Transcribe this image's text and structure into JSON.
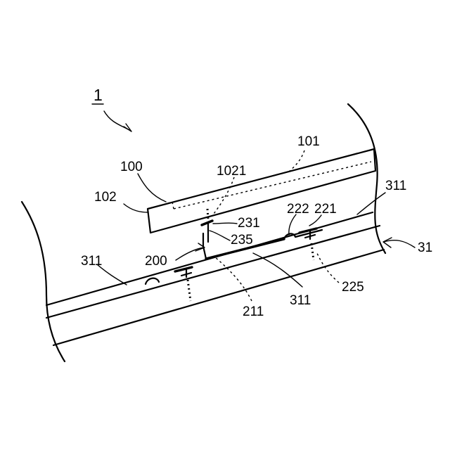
{
  "labels": {
    "device": "1",
    "panel": "100",
    "panel_top": "101",
    "panel_frame": "102",
    "panel_groove": "1021",
    "clip": "200",
    "clip_base": "211",
    "fastener_right": "221",
    "bump_right": "222",
    "screw_right": "225",
    "clip_tab": "231",
    "clip_arm": "235",
    "roof_left": "311",
    "roof_right": "311",
    "roof_bottom": "311",
    "roof": "31"
  }
}
